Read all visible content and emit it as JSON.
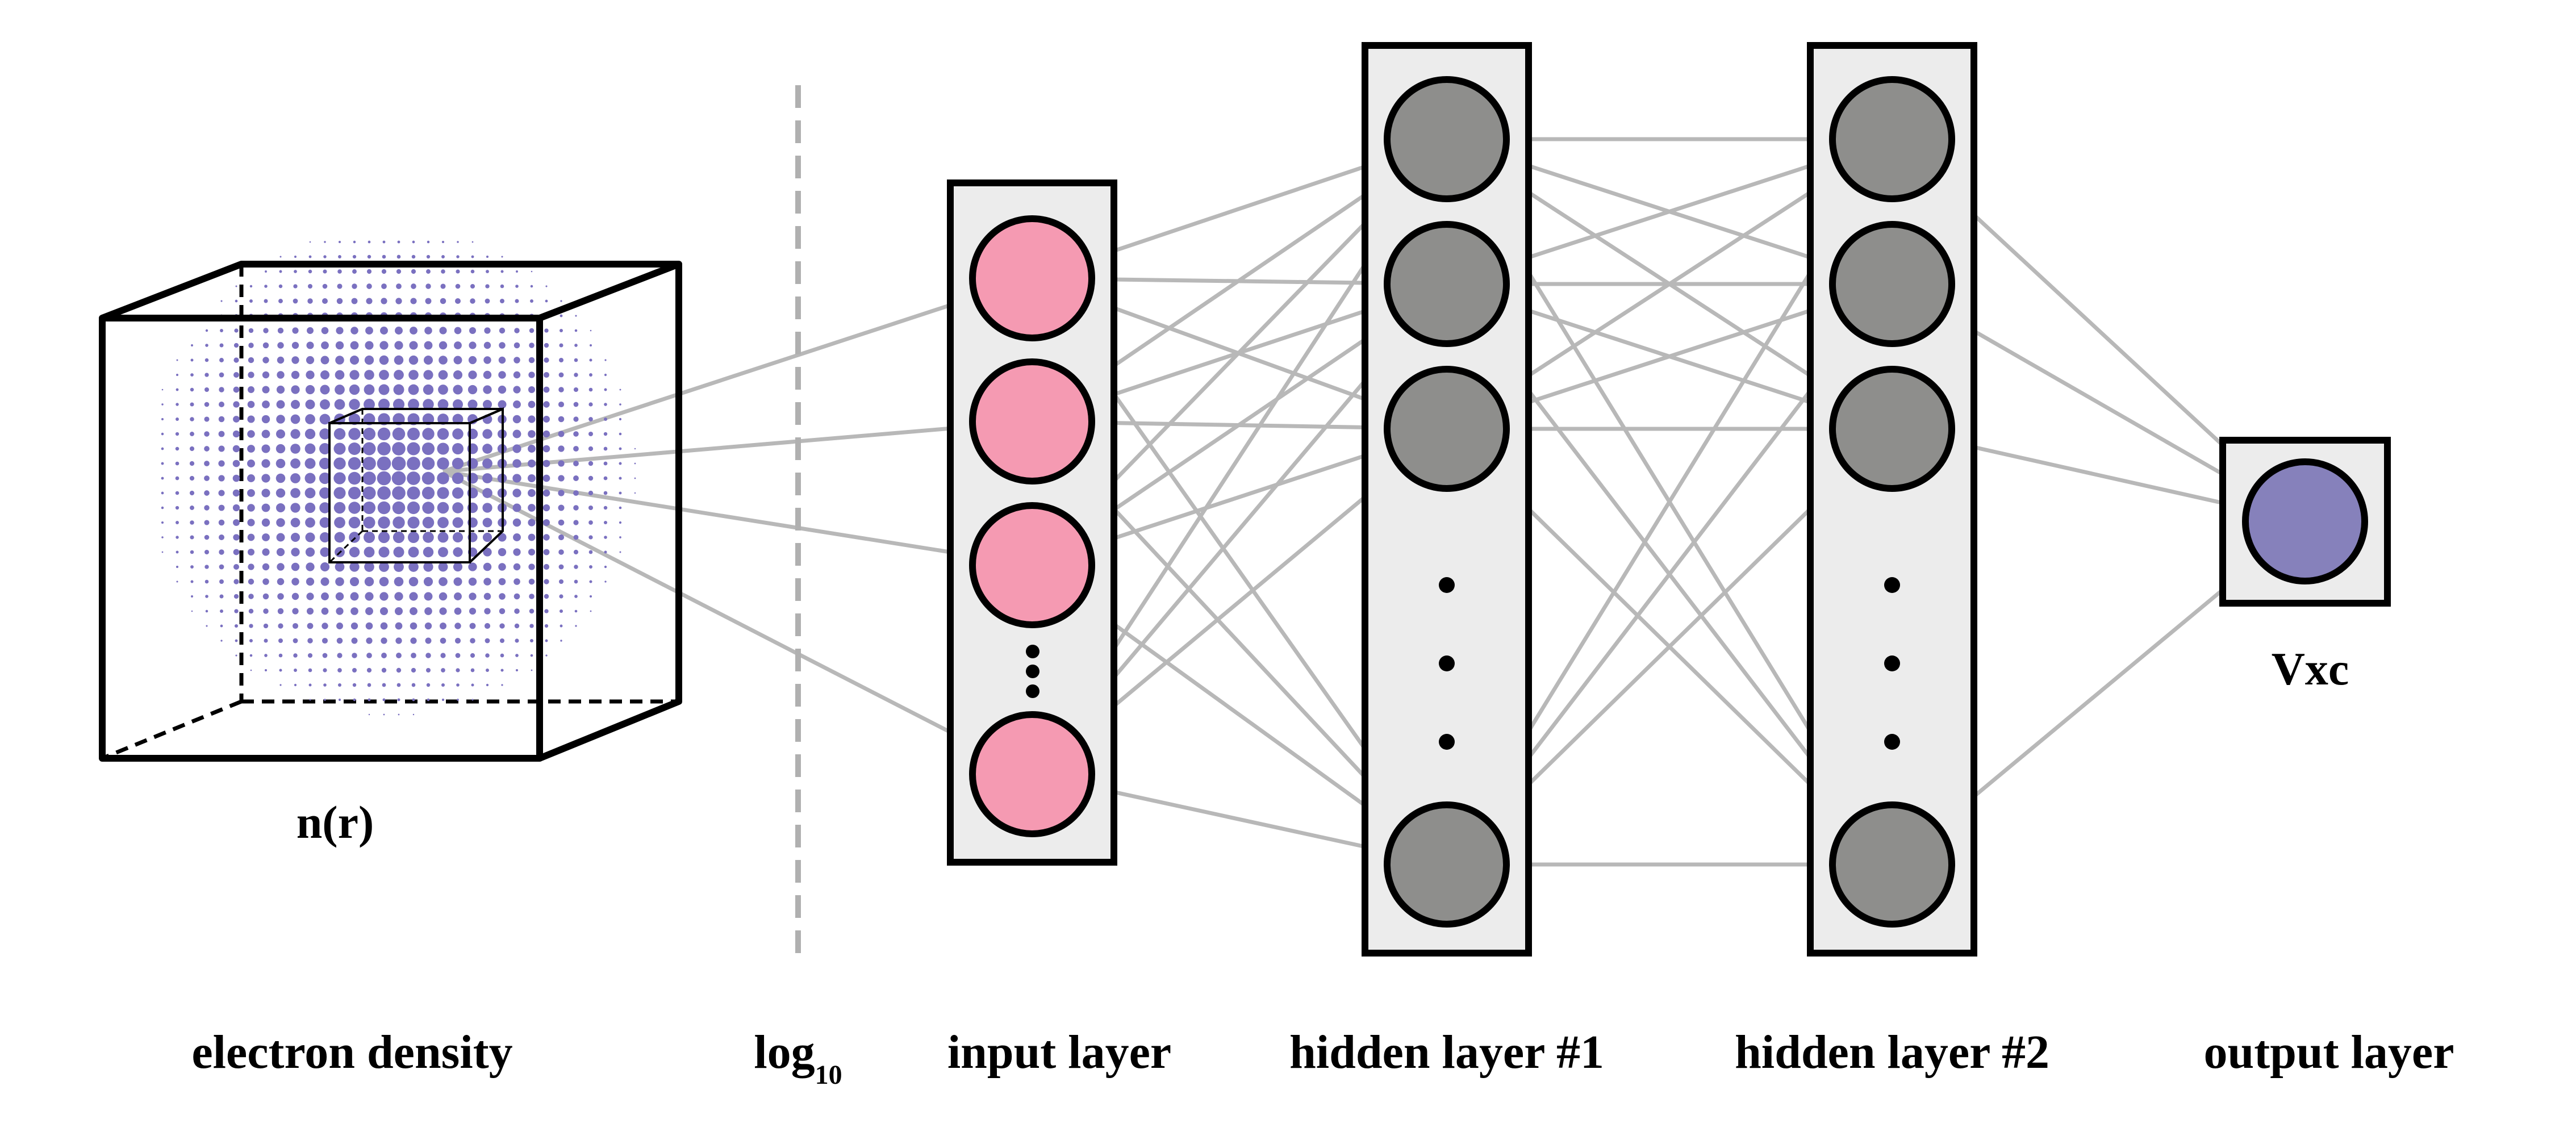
{
  "labels": {
    "density_symbol": "n(r)",
    "electron_density": "electron density",
    "log_base": "log",
    "log_subscript": "10",
    "input_layer": "input layer",
    "hidden_layer_1": "hidden layer #1",
    "hidden_layer_2": "hidden layer #2",
    "output_layer": "output layer",
    "output_symbol": "Vxc"
  },
  "colors": {
    "input_node": "#f59ab2",
    "hidden_node": "#8e8e8c",
    "output_node": "#8681bb",
    "density_dot": "#7a70c0",
    "edge": "#b8b8b8",
    "layer_fill": "#ececec"
  }
}
